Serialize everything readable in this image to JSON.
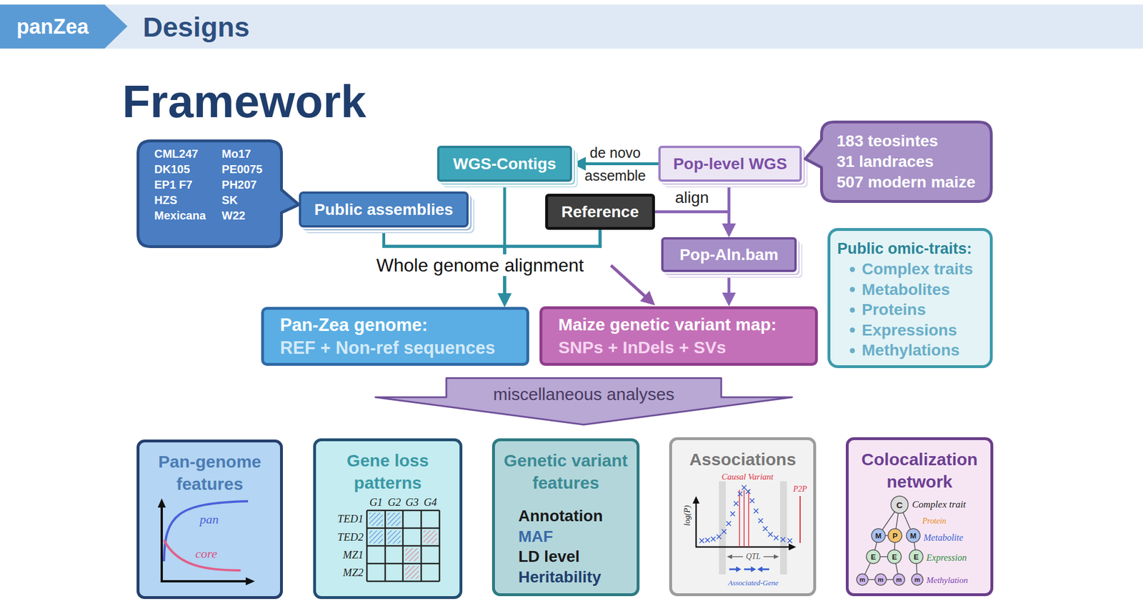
{
  "diagram": {
    "title": "Framework",
    "nodes": [
      {
        "text": [
          "CML247 DK105 EP1 F7 HZS Mexicana",
          "Mo17 PE0075 PH207 SK W22"
        ]
      },
      {
        "text": [
          "Public assemblies"
        ]
      },
      {
        "text": [
          "WGS-Contigs"
        ]
      },
      {
        "text": [
          "Pop-level WGS"
        ]
      },
      {
        "text": [
          "183 teosintes",
          "31 landraces",
          "507 modern maize"
        ]
      },
      {
        "text": [
          "Reference"
        ]
      },
      {
        "text": [
          "Pop-Aln.bam"
        ]
      },
      {
        "text": [
          "Public omic-traits:",
          "Complex traits",
          "Metabolites",
          "Proteins",
          "Expressions",
          "Methylations"
        ]
      },
      {
        "text": [
          "Pan-Zea genome:",
          "REF + Non-ref sequences"
        ]
      },
      {
        "text": [
          "Maize genetic variant map:",
          "SNPs + InDels + SVs"
        ]
      },
      {
        "text": [
          "miscellaneous analyses"
        ]
      },
      {
        "text": [
          "Pan-genome features"
        ]
      },
      {
        "text": [
          "Gene loss patterns"
        ]
      },
      {
        "text": [
          "Genetic variant features",
          "Annotation",
          "MAF",
          "LD level",
          "Heritability"
        ]
      },
      {
        "text": [
          "Associations"
        ]
      },
      {
        "text": [
          "Colocalization network"
        ]
      }
    ],
    "edges": [
      {
        "from": 3,
        "to": 2,
        "arrow": "to",
        "label": "de novo assemble"
      },
      {
        "from": 3,
        "to": 6,
        "arrow": "to"
      },
      {
        "from": 5,
        "to": 6,
        "arrow": "to",
        "label": "align"
      },
      {
        "from": 2,
        "to": 8,
        "arrow": "to",
        "label": "Whole genome alignment"
      },
      {
        "from": 1,
        "to": 8,
        "arrow": "to"
      },
      {
        "from": 5,
        "to": 8,
        "arrow": "to"
      },
      {
        "from": 1,
        "to": 9,
        "arrow": "to"
      },
      {
        "from": 5,
        "to": 9,
        "arrow": "to"
      },
      {
        "from": 6,
        "to": 9,
        "arrow": "to"
      }
    ],
    "labels": [
      "panZea",
      "Designs",
      "pan",
      "core",
      "G1",
      "G2",
      "G3",
      "G4",
      "TED1",
      "TED2",
      "MZ1",
      "MZ2",
      "log(P)",
      "Causal Variant",
      "P2P",
      "QTL",
      "Associated-Gene",
      "C",
      "Complex trait",
      "Protein",
      "M",
      "P",
      "M",
      "Metabolite",
      "E",
      "E",
      "E",
      "Expression",
      "m",
      "m",
      "m",
      "m",
      "Methylation"
    ]
  }
}
